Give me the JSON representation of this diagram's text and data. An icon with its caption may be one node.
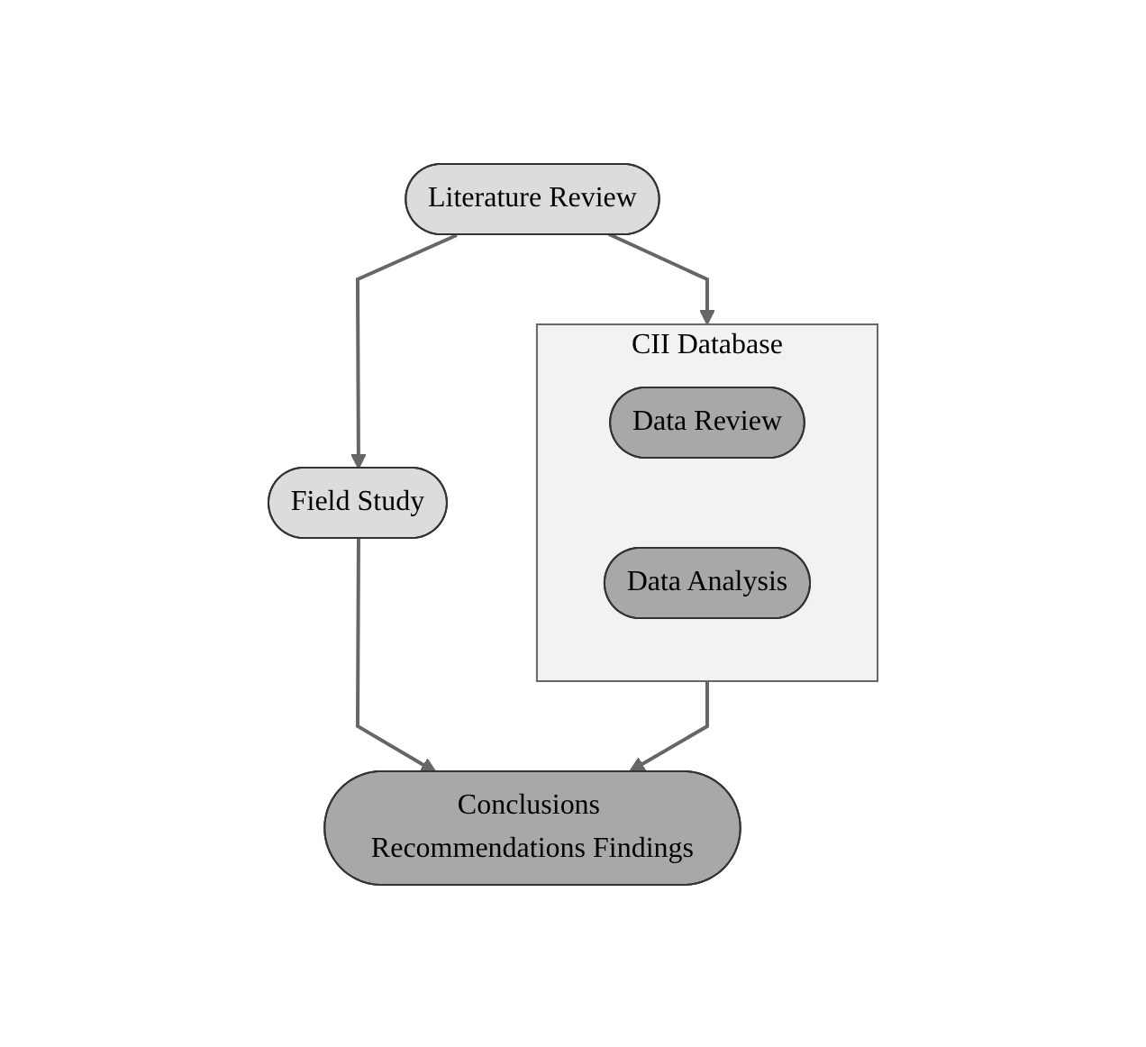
{
  "diagram": {
    "nodes": [
      {
        "text": [
          "Literature Review"
        ]
      },
      {
        "text": [
          "Field Study"
        ]
      },
      {
        "text": [
          "CII Database"
        ]
      },
      {
        "text": [
          "Data Review"
        ],
        "in": 2
      },
      {
        "text": [
          "Data Analysis"
        ],
        "in": 2
      },
      {
        "text": [
          "Conclusions Recommendations Findings"
        ]
      }
    ],
    "edges": [
      {
        "from": 0,
        "to": 1,
        "arrow": "to"
      },
      {
        "from": 0,
        "to": 2,
        "arrow": "to"
      },
      {
        "from": 1,
        "to": 5,
        "arrow": "to"
      },
      {
        "from": 2,
        "to": 5,
        "arrow": "to"
      }
    ]
  }
}
